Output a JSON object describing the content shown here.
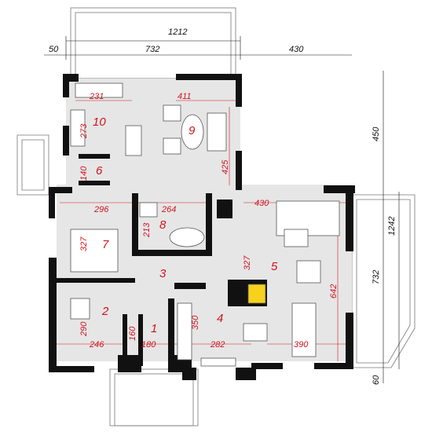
{
  "rooms": [
    "1",
    "2",
    "3",
    "4",
    "5",
    "6",
    "7",
    "8",
    "9",
    "10"
  ],
  "dims_black": [
    "1212",
    "50",
    "732",
    "430",
    "450",
    "1242",
    "732",
    "60"
  ],
  "dims_red": [
    "231",
    "411",
    "273",
    "425",
    "140",
    "296",
    "264",
    "430",
    "213",
    "327",
    "327",
    "642",
    "290",
    "350",
    "160",
    "180",
    "246",
    "282",
    "390"
  ]
}
